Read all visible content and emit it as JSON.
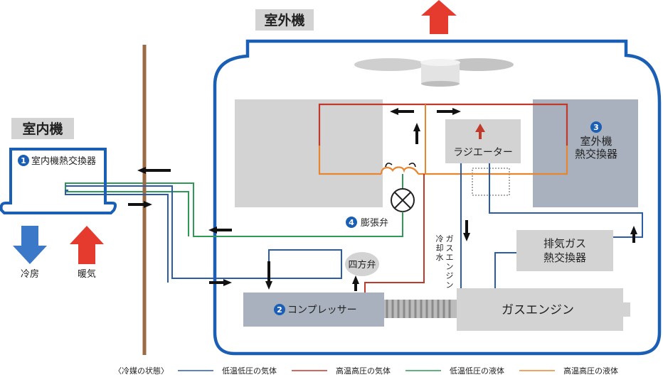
{
  "outdoor_unit": {
    "title": "室外機"
  },
  "indoor_unit": {
    "title": "室内機"
  },
  "components": {
    "indoor_hx": {
      "num": "1",
      "label": "室内機熱交換器"
    },
    "compressor": {
      "num": "2",
      "label": "コンプレッサー"
    },
    "outdoor_hx": {
      "num": "3",
      "line1": "室外機",
      "line2": "熱交換器"
    },
    "expansion_valve": {
      "num": "4",
      "label": "膨張弁"
    },
    "four_way_valve": {
      "label": "四方弁"
    },
    "radiator": {
      "label": "ラジエーター"
    },
    "exhaust_hx": {
      "line1": "排気ガス",
      "line2": "熱交換器"
    },
    "gas_engine": {
      "label": "ガスエンジン"
    },
    "coolant_label": [
      "冷",
      "却",
      "水"
    ],
    "coolant_label_right": [
      "ガ",
      "ス",
      "エ",
      "ン",
      "ジ",
      "ン"
    ]
  },
  "modes": {
    "cooling": "冷房",
    "heating": "暖気"
  },
  "legend": {
    "title": "〈冷媒の状態〉",
    "items": [
      {
        "label": "低温低圧の気体",
        "color": "#2b5ca8"
      },
      {
        "label": "高温高圧の気体",
        "color": "#c0392b"
      },
      {
        "label": "低温低圧の液体",
        "color": "#2e9a55"
      },
      {
        "label": "高温高圧の液体",
        "color": "#e8852f"
      }
    ]
  },
  "colors": {
    "unit_border": "#1a5fb4",
    "title_bg": "#d3d3d3",
    "component_gray": "#a8b1bd",
    "light_gray": "#d3d3d3",
    "wall": "#9b6b45",
    "cool_arrow": "#3b78c7",
    "heat_arrow": "#e53b2e"
  }
}
